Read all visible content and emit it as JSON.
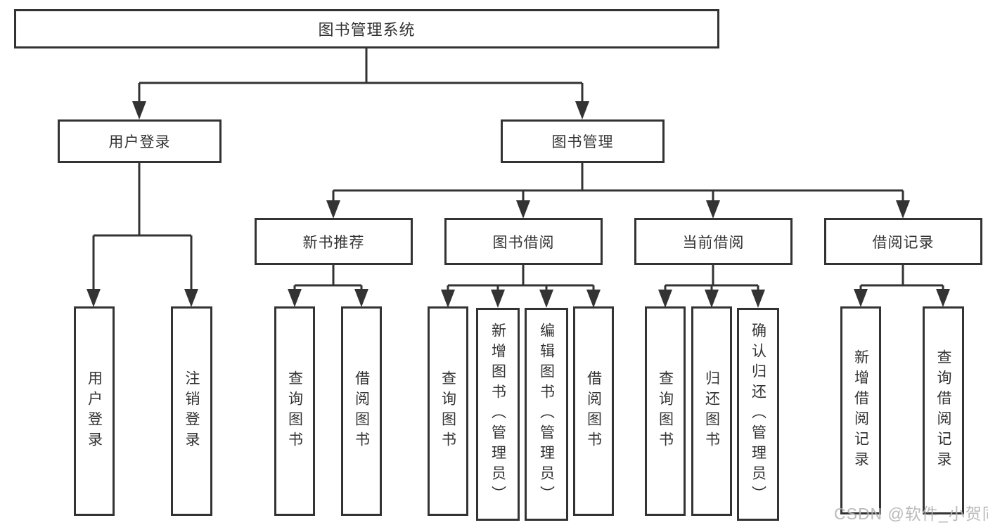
{
  "page": {
    "watermark": "CSDN @软件_小贺同学",
    "colors": {
      "line": "#333333",
      "text": "#333333",
      "background": "#ffffff",
      "watermark": "#b2b2b2"
    }
  },
  "tree": {
    "root": {
      "label": "图书管理系统"
    },
    "branches": [
      {
        "label": "用户登录",
        "children": [
          {
            "label": "用户登录"
          },
          {
            "label": "注销登录"
          }
        ]
      },
      {
        "label": "图书管理",
        "children": [
          {
            "label": "新书推荐",
            "children": [
              {
                "label": "查询图书"
              },
              {
                "label": "借阅图书"
              }
            ]
          },
          {
            "label": "图书借阅",
            "children": [
              {
                "label": "查询图书"
              },
              {
                "label": "新增图书（管理员）"
              },
              {
                "label": "编辑图书（管理员）"
              },
              {
                "label": "借阅图书"
              }
            ]
          },
          {
            "label": "当前借阅",
            "children": [
              {
                "label": "查询图书"
              },
              {
                "label": "归还图书"
              },
              {
                "label": "确认归还（管理员）"
              }
            ]
          },
          {
            "label": "借阅记录",
            "children": [
              {
                "label": "新增借阅记录"
              },
              {
                "label": "查询借阅记录"
              }
            ]
          }
        ]
      }
    ]
  }
}
